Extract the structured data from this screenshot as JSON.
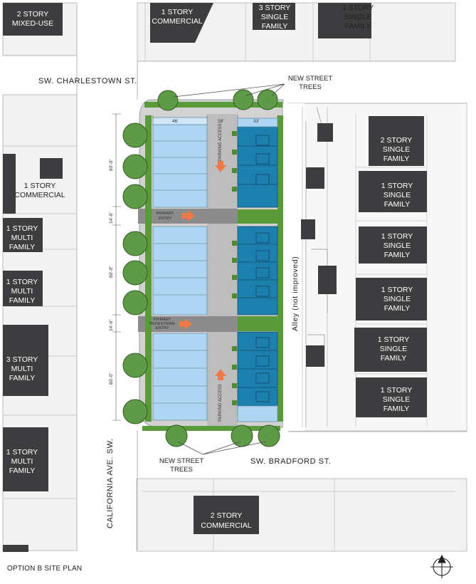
{
  "streets": {
    "charlestown": "SW. CHARLESTOWN ST.",
    "bradford": "SW. BRADFORD ST.",
    "california": "CALIFORNIA AVE. SW.",
    "alley": "Alley (not improved)"
  },
  "notes": {
    "new_trees_top": [
      "NEW STREET",
      "TREES"
    ],
    "new_trees_bottom": [
      "NEW STREET",
      "TREES"
    ],
    "parking_access": "PARKING ACCESS",
    "primary_entry": [
      "PRIMARY",
      "PEDESTRIAN",
      "ENTRY"
    ]
  },
  "dimensions": {
    "w46": "46'",
    "w28": "28'",
    "w33": "33'",
    "h80": "80'-0\"",
    "h14": "14'-6\""
  },
  "buildings": {
    "top_left": [
      "2 STORY",
      "MIXED-USE"
    ],
    "top_center": [
      "1 STORY",
      "COMMERCIAL"
    ],
    "top_right1": [
      "3 STORY",
      "SINGLE",
      "FAMILY"
    ],
    "top_right2": [
      "1 STORY",
      "SINGLE",
      "FAMILY"
    ],
    "left1": [
      "1 STORY",
      "COMMERCIAL"
    ],
    "left2": [
      "1 STORY",
      "MULTI",
      "FAMILY"
    ],
    "left3": [
      "1 STORY",
      "MULTI",
      "FAMILY"
    ],
    "left4": [
      "3 STORY",
      "MULTI",
      "FAMILY"
    ],
    "left5": [
      "1 STORY",
      "MULTI",
      "FAMILY"
    ],
    "right1": [
      "2 STORY",
      "SINGLE",
      "FAMILY"
    ],
    "right2": [
      "1 STORY",
      "SINGLE",
      "FAMILY"
    ],
    "right3": [
      "1 STORY",
      "SINGLE",
      "FAMILY"
    ],
    "right4": [
      "1 STORY",
      "SINGLE",
      "FAMILY"
    ],
    "right5": [
      "1 STORY",
      "SINGLE",
      "FAMILY"
    ],
    "right6": [
      "1 STORY",
      "SINGLE",
      "FAMILY"
    ],
    "bottom": [
      "2 STORY",
      "COMMERCIAL"
    ]
  },
  "caption": "OPTION B SITE PLAN",
  "colors": {
    "building": "#3d3d40",
    "light_unit": "#aed6f3",
    "dark_unit": "#1d7fae",
    "green": "#4e8a2f",
    "tree": "#5f9a48",
    "paving": "#c9c9c9",
    "arrow": "#ee7a4a"
  }
}
